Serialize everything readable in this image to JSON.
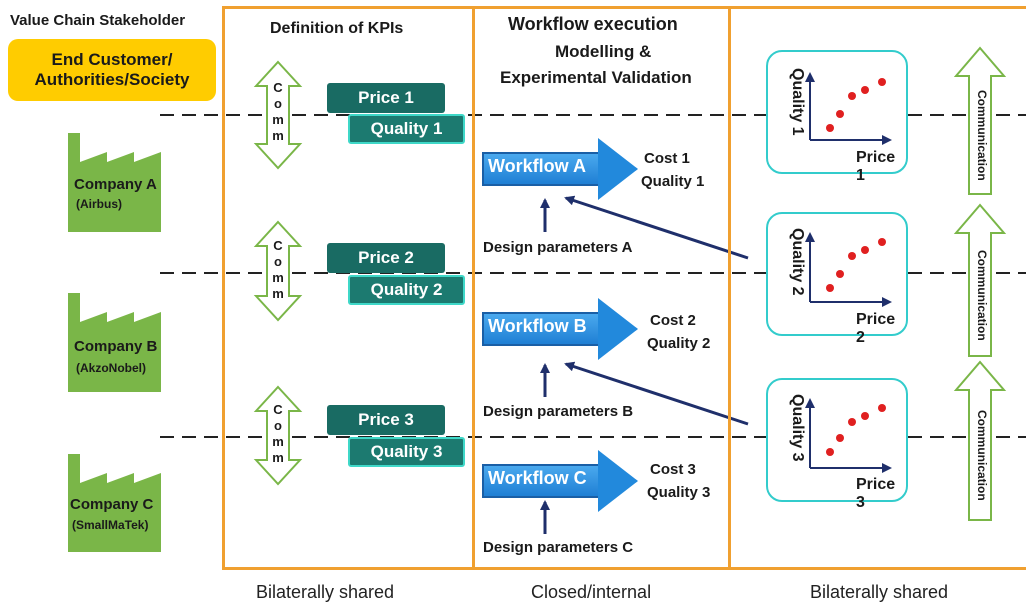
{
  "header": {
    "stakeholder_title": "Value Chain Stakeholder",
    "kpi_title": "Definition of KPIs",
    "workflow_title": "Workflow execution",
    "workflow_subtitle_1": "Modelling &",
    "workflow_subtitle_2": "Experimental Validation"
  },
  "end_customer": {
    "line1": "End Customer/",
    "line2": "Authorities/Society"
  },
  "companies": [
    {
      "name": "Company A",
      "sub": "(Airbus)"
    },
    {
      "name": "Company B",
      "sub": "(AkzoNobel)"
    },
    {
      "name": "Company C",
      "sub": "(SmallMaTek)"
    }
  ],
  "comm_letters": [
    "C",
    "o",
    "m",
    "m"
  ],
  "kpis": [
    {
      "price": "Price 1",
      "quality": "Quality 1"
    },
    {
      "price": "Price 2",
      "quality": "Quality 2"
    },
    {
      "price": "Price 3",
      "quality": "Quality 3"
    }
  ],
  "workflows": [
    {
      "label": "Workflow A",
      "cost": "Cost 1",
      "quality": "Quality 1",
      "params": "Design parameters A"
    },
    {
      "label": "Workflow B",
      "cost": "Cost 2",
      "quality": "Quality 2",
      "params": "Design parameters B"
    },
    {
      "label": "Workflow C",
      "cost": "Cost 3",
      "quality": "Quality 3",
      "params": "Design parameters C"
    }
  ],
  "charts": [
    {
      "ylabel": "Quality 1",
      "xlabel": "Price 1"
    },
    {
      "ylabel": "Quality 2",
      "xlabel": "Price 2"
    },
    {
      "ylabel": "Quality 3",
      "xlabel": "Price 3"
    }
  ],
  "communication_label": "Communication",
  "footer": {
    "left": "Bilaterally shared",
    "middle": "Closed/internal",
    "right": "Bilaterally shared"
  },
  "colors": {
    "panel_border": "#f0a030",
    "factory": "#7ab648",
    "kpi_box": "#196b63",
    "kpi_border": "#3fd8c8",
    "workflow": "#2289dc",
    "arrow_navy": "#1f2f6b",
    "chart_border": "#33cccc",
    "dot": "#e02020",
    "end_customer": "#ffcc00"
  }
}
